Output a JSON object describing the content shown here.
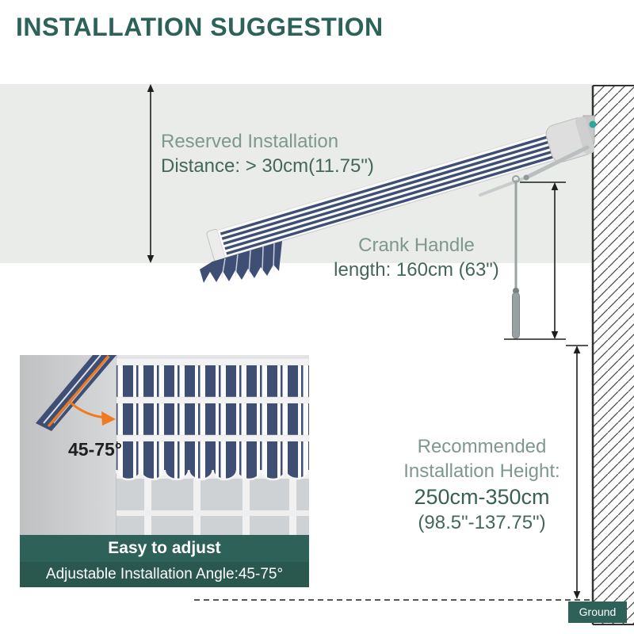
{
  "title": "INSTALLATION SUGGESTION",
  "colors": {
    "accent_teal": "#2e6157",
    "stripe_navy": "#3e4f73",
    "highlight_orange": "#f07a1d",
    "band_gray": "#e9ece9",
    "text_light": "#7f988d",
    "text_dark": "#44665b"
  },
  "annotations": {
    "reserved_distance": {
      "line1": "Reserved Installation",
      "line2": "Distance: > 30cm(11.75\")"
    },
    "crank_handle": {
      "line1": "Crank Handle",
      "line2": "length: 160cm (63\")"
    },
    "installation_height": {
      "line1": "Recommended",
      "line2": "Installation Height:",
      "line3": "250cm-350cm",
      "line4": "(98.5\"-137.75\")"
    },
    "ground": "Ground"
  },
  "inset": {
    "angle_value": "45-75°",
    "banner_title": "Easy to adjust",
    "banner_subtitle": "Adjustable Installation Angle:45-75°"
  },
  "graphics": {
    "awning": "striped-awning-illustration",
    "wall": "hatched-wall-section",
    "crank": "crank-handle-rod"
  }
}
